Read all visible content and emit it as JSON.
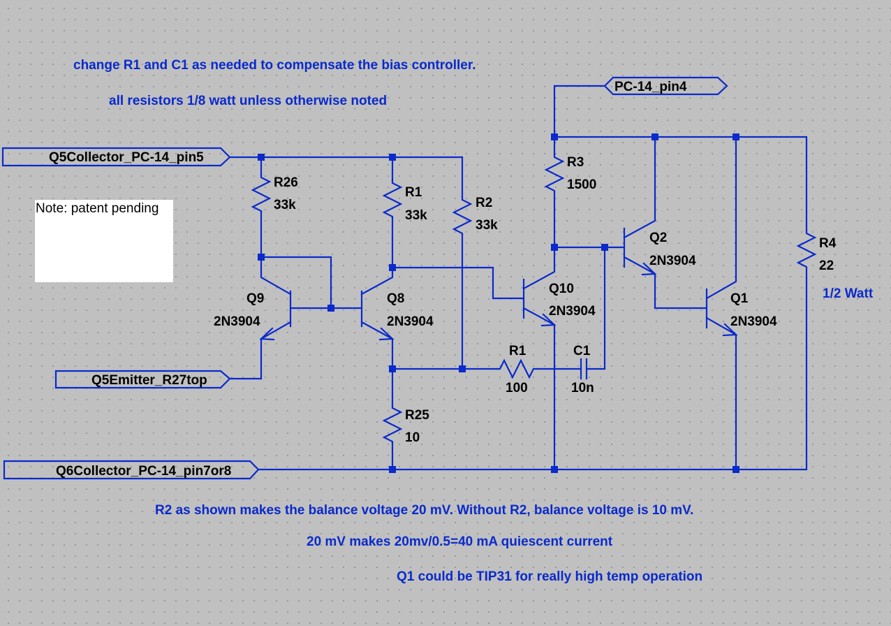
{
  "note": "Note: patent pending",
  "annotations": {
    "top1": "change R1 and C1 as needed to compensate the bias controller.",
    "top2": "all resistors 1/8 watt unless otherwise noted",
    "r4_watt": "1/2 Watt",
    "bottom1": "R2 as shown makes the balance voltage 20 mV. Without R2, balance voltage is 10 mV.",
    "bottom2": "20 mV makes 20mv/0.5=40 mA quiescent current",
    "bottom3": "Q1 could be TIP31 for really high temp operation"
  },
  "net_labels": {
    "q5_collector": "Q5Collector_PC-14_pin5",
    "q5_emitter": "Q5Emitter_R27top",
    "q6_collector": "Q6Collector_PC-14_pin7or8",
    "pc14_pin4": "PC-14_pin4"
  },
  "resistors": {
    "r26": {
      "name": "R26",
      "value": "33k"
    },
    "r1_top": {
      "name": "R1",
      "value": "33k"
    },
    "r2": {
      "name": "R2",
      "value": "33k"
    },
    "r3": {
      "name": "R3",
      "value": "1500"
    },
    "r4": {
      "name": "R4",
      "value": "22"
    },
    "r1_bottom": {
      "name": "R1",
      "value": "100"
    },
    "r25": {
      "name": "R25",
      "value": "10"
    }
  },
  "capacitors": {
    "c1": {
      "name": "C1",
      "value": "10n"
    }
  },
  "transistors": {
    "q9": {
      "name": "Q9",
      "part": "2N3904"
    },
    "q8": {
      "name": "Q8",
      "part": "2N3904"
    },
    "q10": {
      "name": "Q10",
      "part": "2N3904"
    },
    "q2": {
      "name": "Q2",
      "part": "2N3904"
    },
    "q1": {
      "name": "Q1",
      "part": "2N3904"
    }
  },
  "colors": {
    "wire": "#0a2acb",
    "background": "#c0c0c0",
    "note_background": "#ffffff"
  }
}
